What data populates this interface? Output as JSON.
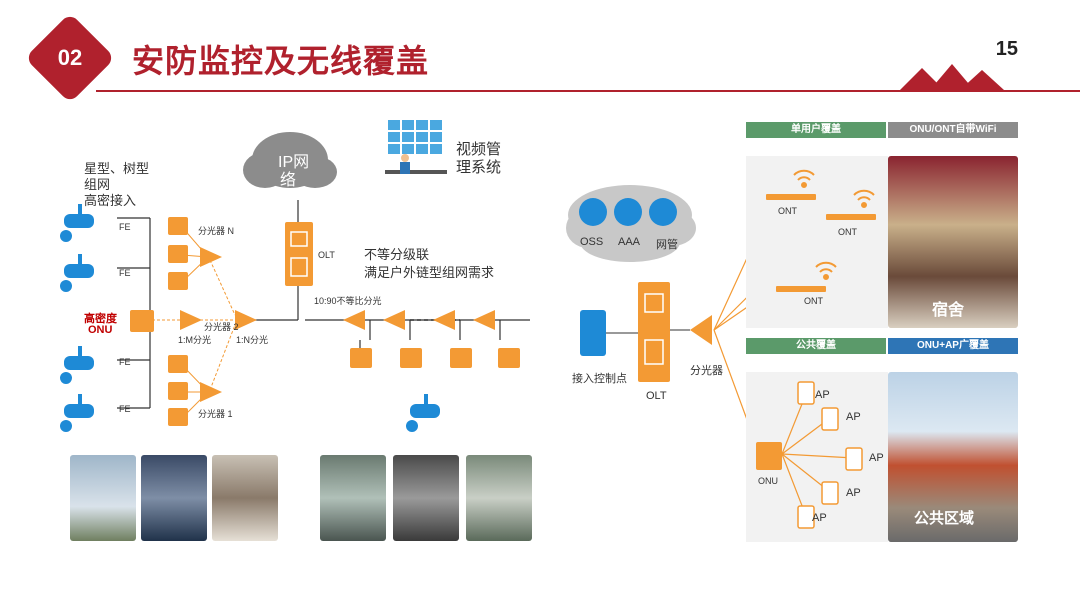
{
  "header": {
    "number": "02",
    "title": "安防监控及无线覆盖",
    "page": "15"
  },
  "colors": {
    "brand": "#b0212d",
    "accent": "#f39a34",
    "camera": "#1e8ad6",
    "green": "#5b9a6a",
    "blue": "#2e75b6"
  },
  "left": {
    "topology_l1": "星型、树型",
    "topology_l2": "组网",
    "topology_l3": "高密接入",
    "ip_l1": "IP网",
    "ip_l2": "络",
    "video_l1": "视频管",
    "video_l2": "理系统",
    "olt": "OLT",
    "uneven_l1": "不等分级联",
    "uneven_l2": "满足户外链型组网需求",
    "ratio": "10:90不等比分光",
    "fe": "FE",
    "onu_l1": "高密度",
    "onu_l2": "ONU",
    "splitter_n": "分光器 N",
    "splitter_2": "分光器 2",
    "splitter_1": "分光器 1",
    "m_split": "1:M分光",
    "n_split": "1:N分光"
  },
  "right": {
    "oss": "OSS",
    "aaa": "AAA",
    "netmgr": "网管",
    "access_point": "接入控制点",
    "olt": "OLT",
    "splitter": "分光器",
    "single_user": "单用户覆盖",
    "onu_wifi": "ONU/ONT自带WiFi",
    "ont": "ONT",
    "dorm": "宿舍",
    "public": "公共覆盖",
    "onu_ap": "ONU+AP广覆盖",
    "onu": "ONU",
    "ap": "AP",
    "public_area": "公共区域"
  }
}
